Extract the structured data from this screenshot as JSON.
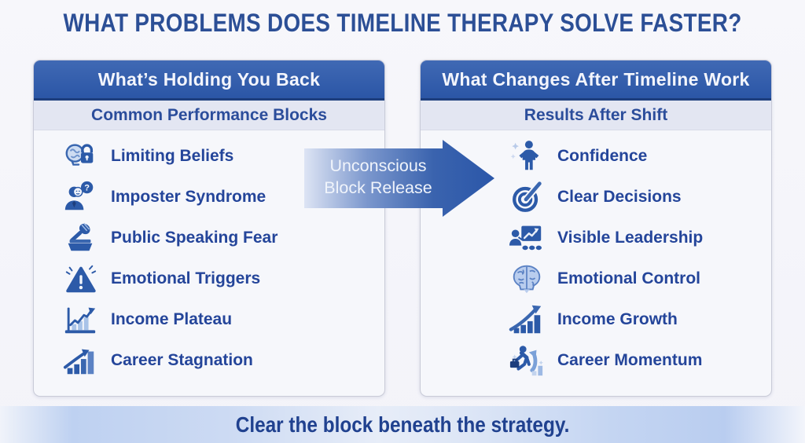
{
  "title": "WHAT PROBLEMS DOES TIMELINE THERAPY SOLVE FASTER?",
  "arrow": {
    "line1": "Unconscious",
    "line2": "Block Release"
  },
  "footer": "Clear the block beneath the strategy.",
  "colors": {
    "header_blue": "#2b56a6",
    "header_border": "#1d3e7d",
    "subheader_bg": "#e3e6f2",
    "item_text": "#24459a",
    "title_text": "#2c4f96",
    "icon_blue": "#2c5aa8",
    "icon_light_blue": "#b9cdee",
    "footer_band": "#bed1f1"
  },
  "panels": {
    "left": {
      "header": "What’s Holding You Back",
      "subheader": "Common Performance Blocks",
      "items": [
        {
          "label": "Limiting Beliefs",
          "icon": "brain-lock-icon"
        },
        {
          "label": "Imposter Syndrome",
          "icon": "imposter-mask-icon"
        },
        {
          "label": "Public Speaking Fear",
          "icon": "microphone-podium-icon"
        },
        {
          "label": "Emotional Triggers",
          "icon": "warning-triangle-icon"
        },
        {
          "label": "Income Plateau",
          "icon": "plateau-chart-icon"
        },
        {
          "label": "Career Stagnation",
          "icon": "stagnant-bars-icon"
        }
      ]
    },
    "right": {
      "header": "What Changes After Timeline Work",
      "subheader": "Results After Shift",
      "items": [
        {
          "label": "Confidence",
          "icon": "confident-person-icon"
        },
        {
          "label": "Clear Decisions",
          "icon": "target-check-icon"
        },
        {
          "label": "Visible Leadership",
          "icon": "presenter-chart-icon"
        },
        {
          "label": "Emotional Control",
          "icon": "brain-icon"
        },
        {
          "label": "Income Growth",
          "icon": "growth-chart-icon"
        },
        {
          "label": "Career Momentum",
          "icon": "momentum-runner-icon"
        }
      ]
    }
  }
}
